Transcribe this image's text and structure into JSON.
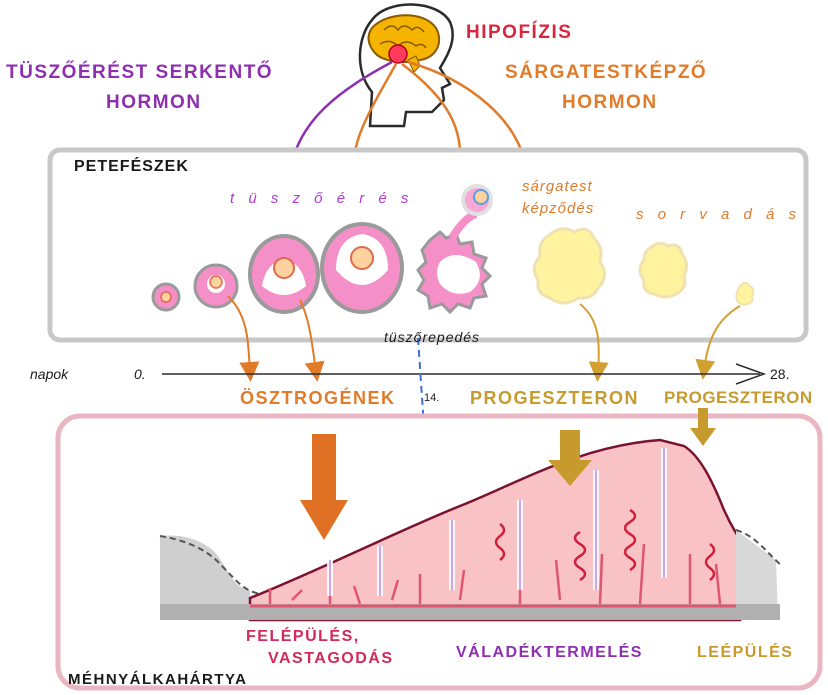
{
  "pituitary": {
    "label": "HIPOFÍZIS",
    "color": "#d7263d"
  },
  "fsh": {
    "line1": "TÜSZŐÉRÉST SERKENTŐ",
    "line2": "HORMON",
    "color": "#8e2fb0"
  },
  "lh": {
    "line1": "SÁRGATESTKÉPZŐ",
    "line2": "HORMON",
    "color": "#e07b2a"
  },
  "ovary": {
    "title": "PETEFÉSZEK",
    "maturation": "t ü s z ő é r é s",
    "corpus_line1": "sárgatest",
    "corpus_line2": "képződés",
    "atrophy": "s o r v a d á s",
    "ovulation": "tüszőrepedés"
  },
  "timeline": {
    "label": "napok",
    "start": "0.",
    "mid": "14.",
    "end": "28."
  },
  "hormones": {
    "estrogen": "ÖSZTROGÉNEK",
    "progesterone1": "PROGESZTERON",
    "progesterone2": "PROGESZTERON"
  },
  "uterus": {
    "title": "MÉHNYÁLKAHÁRTYA",
    "phase1_line1": "FELÉPÜLÉS,",
    "phase1_line2": "VASTAGODÁS",
    "phase2": "VÁLADÉKTERMELÉS",
    "phase3": "LEÉPÜLÉS"
  },
  "colors": {
    "estrogen": "#e07b2a",
    "progesterone": "#c79a2e",
    "phase1": "#d12a5b",
    "phase2": "#8e2fb0",
    "phase3": "#c79a2e",
    "ovary_border": "#c8c8c8",
    "uterus_border": "#ebb6c3"
  }
}
